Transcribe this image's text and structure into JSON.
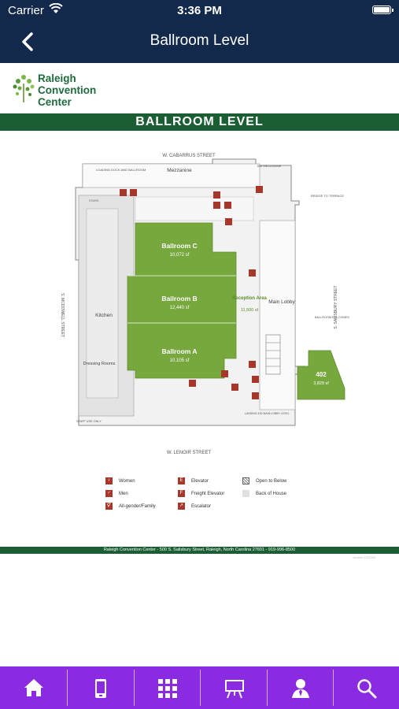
{
  "status_bar": {
    "carrier": "Carrier",
    "time": "3:36 PM"
  },
  "nav": {
    "title": "Ballroom Level"
  },
  "logo": {
    "line1": "Raleigh",
    "line2": "Convention",
    "line3": "Center"
  },
  "banner": {
    "title": "BALLROOM LEVEL"
  },
  "map": {
    "street_north": "W. CABARRUS STREET",
    "street_south": "W. LENOIR STREET",
    "street_west": "S. MCDOWELL STREET",
    "street_east": "S. SALISBURY STREET",
    "loading_dock": "LOADING DOCK AND BALLROOM",
    "mezzanine": "Mezzanine",
    "mezzanine_300": "300 MEZZANINE",
    "bridge": "BRIDGE TO TERRACE",
    "stairs": "STAIRS",
    "ballroom_c": "Ballroom C",
    "ballroom_c_area": "10,072 sf",
    "ballroom_b": "Ballroom B",
    "ballroom_b_area": "12,440 sf",
    "ballroom_a": "Ballroom A",
    "ballroom_a_area": "10,105 sf",
    "reception": "Reception Area",
    "reception_area": "11,500 sf",
    "main_lobby": "Main Lobby",
    "ballroom_balconies": "BALLROOM BALCONIES",
    "kitchen": "Kitchen",
    "dressing": "Dressing Rooms",
    "room_402": "402",
    "room_402_area": "3,829 sf",
    "staff_use": "STAFF USE ONLY",
    "landing": "LANDING 400 MAIN LOBBY LEVEL"
  },
  "legend": {
    "women": "Women",
    "men": "Men",
    "all_gender": "All-gender/Family",
    "elevator": "Elevator",
    "freight": "Freight Elevator",
    "escalator": "Escalator",
    "open_below": "Open to Below",
    "back_house": "Back of House"
  },
  "footer": {
    "address": "Raleigh Convention Center - 500 S. Salisbury Street, Raleigh, North Carolina 27601 - 919-996-8500",
    "version": "version 10/2020"
  },
  "tabs": [
    "home-icon",
    "mobile-icon",
    "grid-icon",
    "presentation-icon",
    "person-icon",
    "search-icon"
  ],
  "colors": {
    "nav": "#13294b",
    "tabbar": "#8a2be2",
    "green": "#1b5e34",
    "ballroom": "#77a83e"
  }
}
